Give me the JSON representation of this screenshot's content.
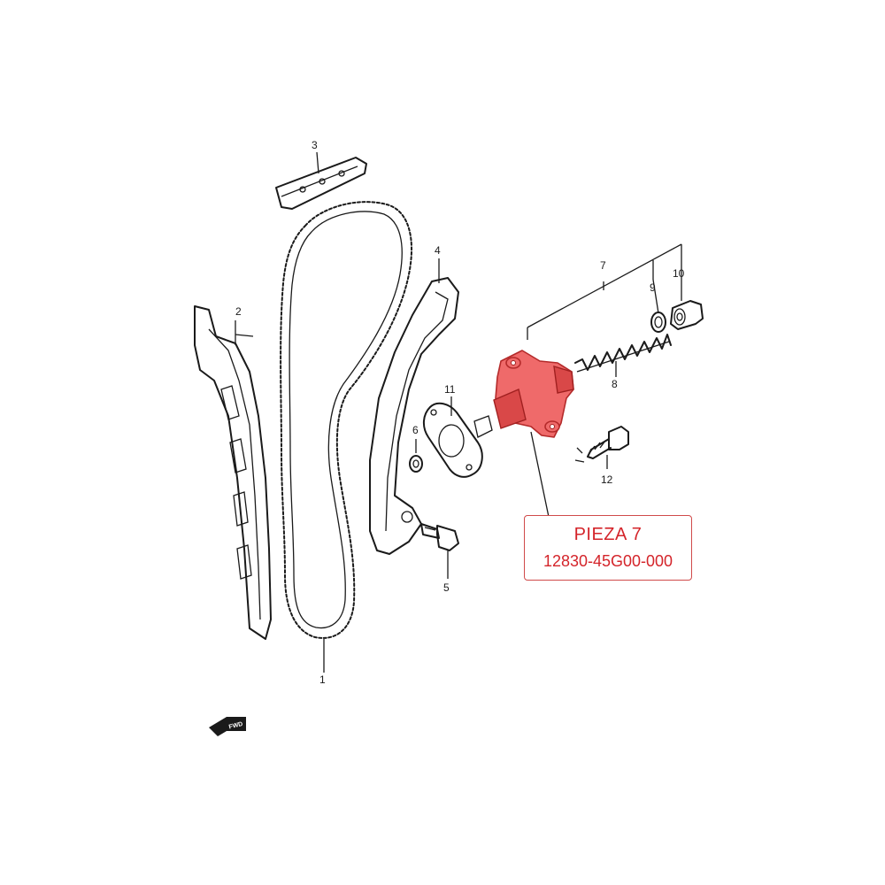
{
  "callouts": {
    "c1": "1",
    "c2": "2",
    "c3": "3",
    "c4": "4",
    "c5": "5",
    "c6": "6",
    "c7": "7",
    "c8": "8",
    "c9": "9",
    "c10": "10",
    "c11": "11",
    "c12": "12"
  },
  "highlight": {
    "title": "PIEZA 7",
    "part_number": "12830-45G00-000",
    "color": "#d4242a"
  },
  "direction_badge": "FWD"
}
